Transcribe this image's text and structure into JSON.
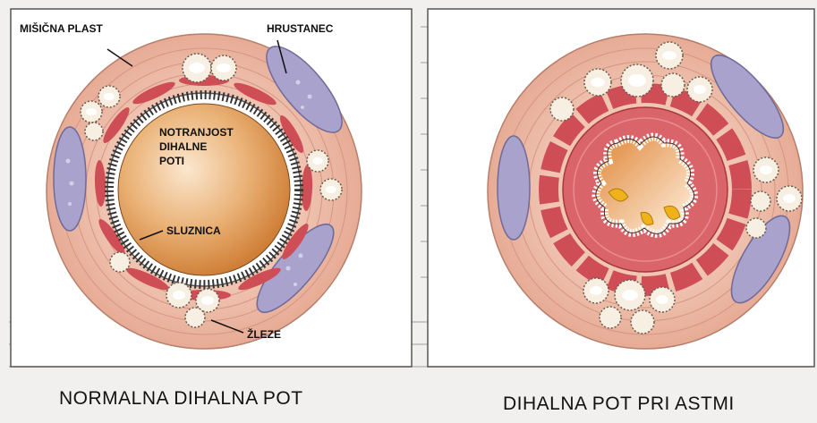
{
  "diagram": {
    "left_panel": {
      "caption": "NORMALNA DIHALNA POT",
      "labels": {
        "muscle": "MIŠIČNA PLAST",
        "cartilage": "HRUSTANEC",
        "lumen_line1": "NOTRANJOST",
        "lumen_line2": "DIHALNE",
        "lumen_line3": "POTI",
        "mucosa": "SLUZNICA",
        "glands": "ŽLEZE"
      }
    },
    "right_panel": {
      "caption": "DIHALNA POT PRI ASTMI"
    },
    "colors": {
      "outer_tissue": "#eab8a4",
      "muscle": "#cf4e55",
      "cartilage": "#a9a2cc",
      "lumen": "#d98b3e",
      "mucus": "#f0b21b",
      "inflamed": "#d9656a",
      "background": "#f2f0ee"
    }
  }
}
